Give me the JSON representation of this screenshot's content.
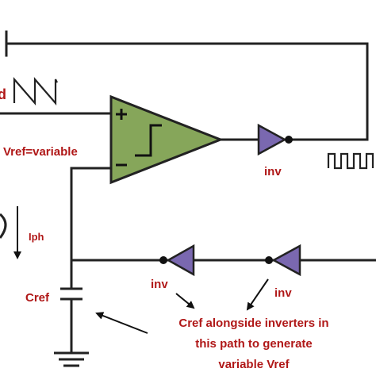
{
  "labels": {
    "left_clip": "d",
    "vref": "Vref=variable",
    "inv_top": "inv",
    "inv_bottom_left": "inv",
    "inv_bottom_right": "inv",
    "iph": "Iph",
    "cref": "Cref",
    "note_line1": "Cref alongside inverters in",
    "note_line2": "this path to generate",
    "note_line3": "variable Vref"
  },
  "colors": {
    "comparator_fill": "#86a65a",
    "inverter_fill": "#7a68b0",
    "label_red": "#b01818",
    "wire": "#222222"
  },
  "icons": {
    "comparator": "comparator-triangle-icon",
    "inverter": "inverter-triangle-icon",
    "sawtooth": "sawtooth-wave-icon",
    "square_wave": "square-wave-icon",
    "capacitor": "capacitor-icon",
    "ground": "ground-icon"
  }
}
